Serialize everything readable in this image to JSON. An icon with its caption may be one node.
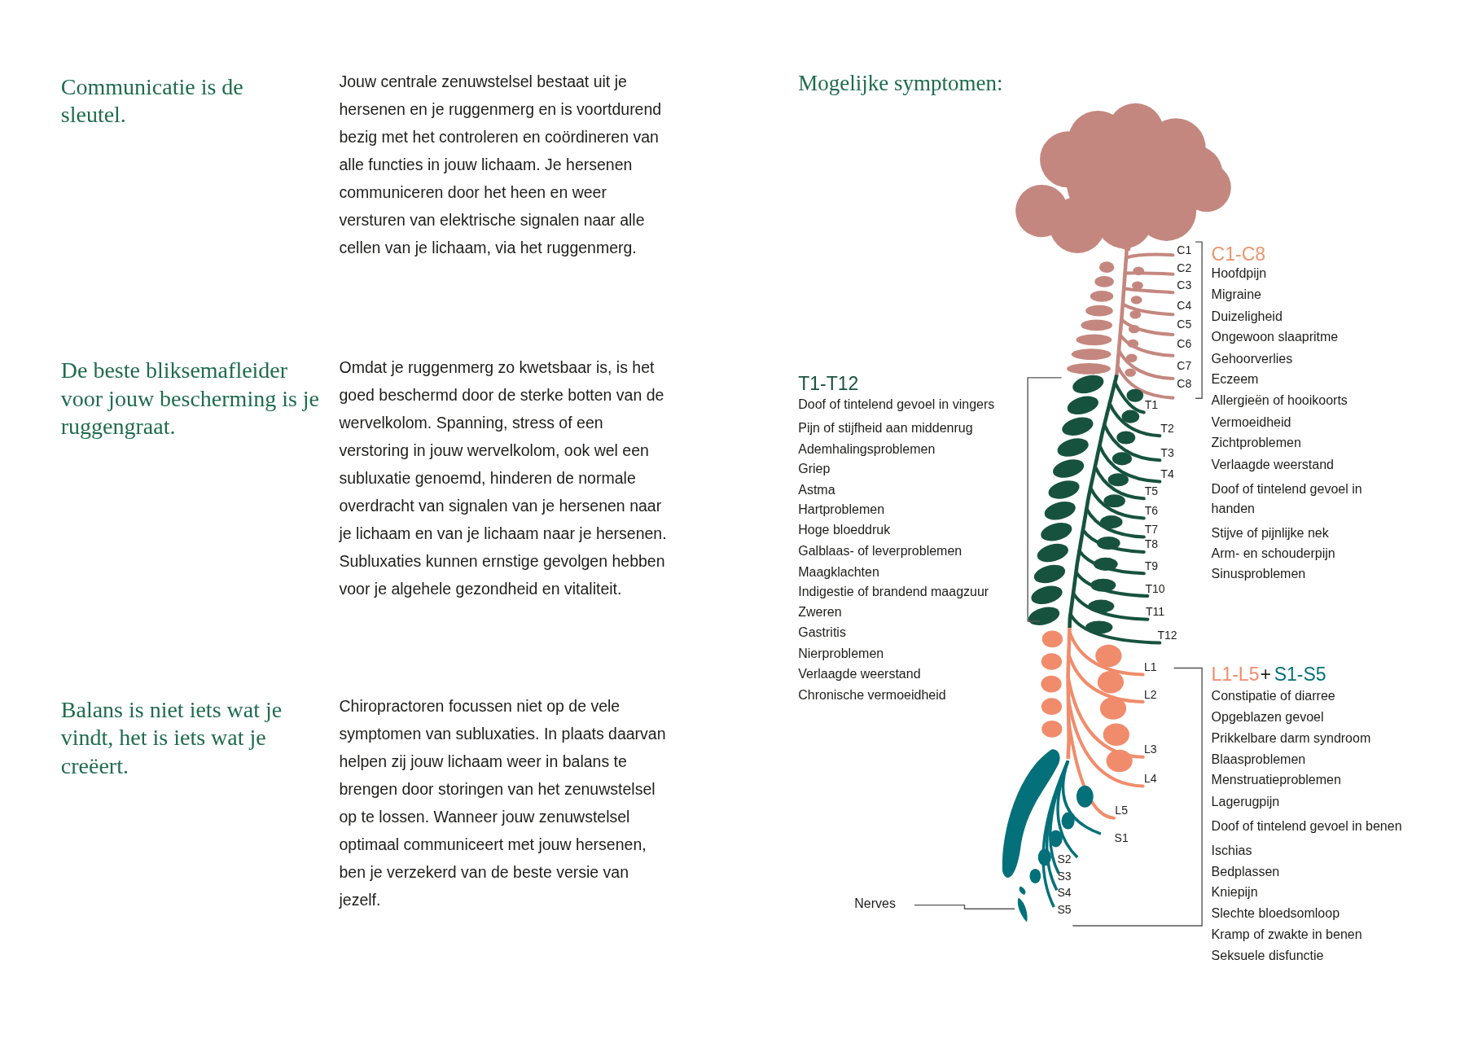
{
  "diagram": {
    "nodes": [
      {
        "text": [
          "Nerves"
        ]
      },
      {
        "text": [],
        "shape": "picture"
      }
    ],
    "edges": [
      {
        "from": 0,
        "to": 1,
        "arrow": "none"
      }
    ],
    "labels": [
      "Communicatie is de sleutel.",
      "Jouw centrale zenuwstelsel bestaat uit je hersenen en je ruggenmerg en is voortdurend bezig met het controleren en coördineren van alle functies in jouw lichaam. Je hersenen communiceren door het heen en weer versturen van elektrische signalen naar alle cellen van je lichaam, via het ruggenmerg.",
      "De beste bliksemafleider voor jouw bescherming is je ruggengraat.",
      "Omdat je ruggenmerg zo kwetsbaar is, is het goed beschermd door de sterke botten van de wervelkolom. Spanning, stress of een verstoring in jouw wervelkolom, ook wel een subluxatie genoemd, hinderen de normale overdracht van signalen van je hersenen naar je lichaam en van je lichaam naar je hersenen. Subluxaties kunnen ernstige gevolgen hebben voor je algehele gezondheid en vitaliteit.",
      "Balans is niet iets wat je vindt, het is iets wat je creëert.",
      "Chiropractoren focussen niet op de vele symptomen van subluxaties. In plaats daarvan helpen zij jouw lichaam weer in balans te brengen door storingen van het zenuwstelsel op te lossen. Wanneer jouw zenuwstelsel optimaal communiceert met jouw hersenen, ben je verzekerd van de beste versie van jezelf.",
      "Mogelijke symptomen:",
      "C1-C8",
      "Hoofdpijn",
      "Migraine",
      "Duizeligheid",
      "Ongewoon slaapritme",
      "Gehoorverlies",
      "Eczeem",
      "Allergieën of hooikoorts",
      "Vermoeidheid",
      "Zichtproblemen",
      "Verlaagde weerstand",
      "Doof of tintelend gevoel in handen",
      "Stijve of pijnlijke nek",
      "Arm- en schouderpijn",
      "Sinusproblemen",
      "T1-T12",
      "Doof of tintelend gevoel in vingers",
      "Pijn of stijfheid aan middenrug",
      "Ademhalingsproblemen",
      "Griep",
      "Astma",
      "Hartproblemen",
      "Hoge bloeddruk",
      "Galblaas- of leverproblemen",
      "Maagklachten",
      "Indigestie of brandend maagzuur",
      "Zweren",
      "Gastritis",
      "Nierproblemen",
      "Verlaagde weerstand",
      "Chronische vermoeidheid",
      "L1-L5",
      "+",
      "S1-S5",
      "Constipatie of diarree",
      "Opgeblazen gevoel",
      "Prikkelbare darm syndroom",
      "Blaasproblemen",
      "Menstruatieproblemen",
      "Lagerugpijn",
      "Doof of tintelend gevoel in benen",
      "Ischias",
      "Bedplassen",
      "Kniepijn",
      "Slechte bloedsomloop",
      "Kramp of zwakte in benen",
      "Seksuele disfunctie",
      "C1",
      "C2",
      "C3",
      "C4",
      "C5",
      "C6",
      "C7",
      "C8",
      "T1",
      "T2",
      "T3",
      "T4",
      "T5",
      "T6",
      "T7",
      "T8",
      "T9",
      "T10",
      "T11",
      "T12",
      "L1",
      "L2",
      "L3",
      "L4",
      "L5",
      "S1",
      "S2",
      "S3",
      "S4",
      "S5"
    ]
  }
}
